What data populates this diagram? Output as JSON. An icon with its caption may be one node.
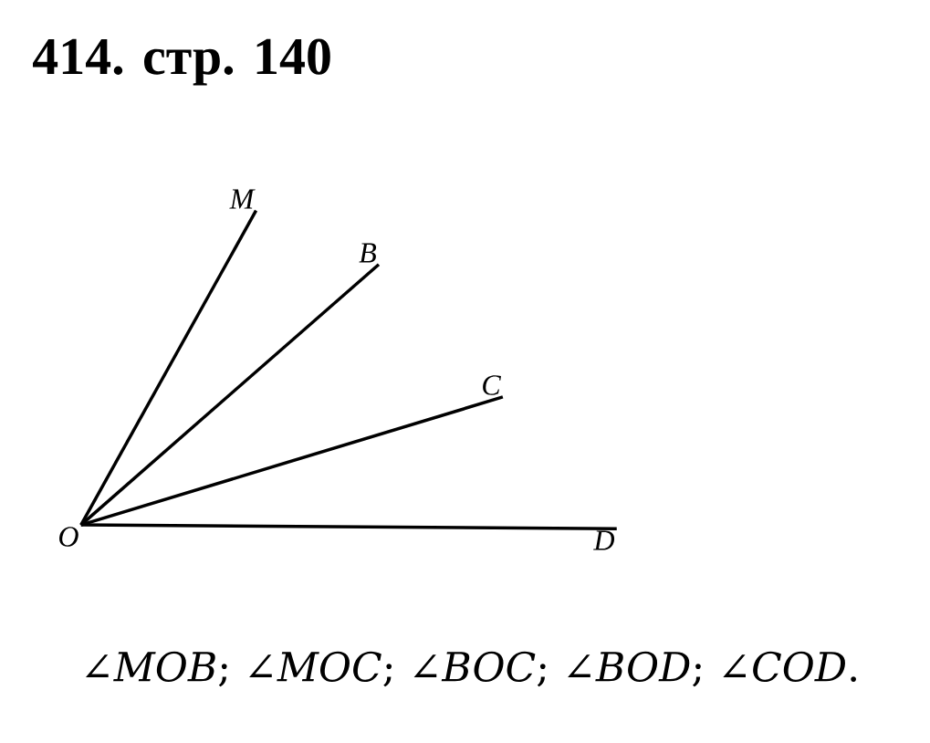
{
  "diagram": {
    "title": "414. стр. 140",
    "nodes": [
      {
        "text": [
          "O"
        ]
      },
      {
        "text": [
          "M"
        ]
      },
      {
        "text": [
          "B"
        ]
      },
      {
        "text": [
          "C"
        ]
      },
      {
        "text": [
          "D"
        ]
      }
    ],
    "edges": [
      {
        "from": 0,
        "to": 1,
        "arrow": "none"
      },
      {
        "from": 0,
        "to": 2,
        "arrow": "none"
      },
      {
        "from": 0,
        "to": 3,
        "arrow": "none"
      },
      {
        "from": 0,
        "to": 4,
        "arrow": "none"
      }
    ],
    "labels": [
      "∠*MOB*; ∠*MOC*; ∠*BOC*; ∠*BOD*; ∠*COD*."
    ]
  }
}
